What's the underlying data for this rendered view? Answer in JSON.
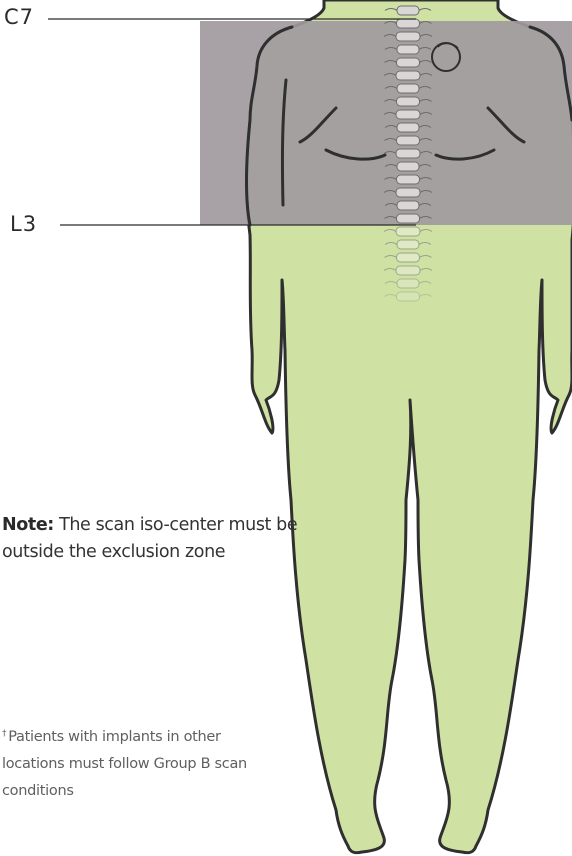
{
  "labels": {
    "upper": "C7",
    "lower": "L3"
  },
  "note": {
    "bold": "Note:",
    "text": " The scan iso-center must be outside the exclusion zone"
  },
  "footnote": {
    "marker": "†",
    "text": "Patients with implants in other locations must follow Group B scan conditions"
  },
  "colors": {
    "body_fill": "#cfe2a4",
    "exclusion_zone": "#a19a9e",
    "outline": "#2f2f2f",
    "spine": "#e9e9e3"
  }
}
